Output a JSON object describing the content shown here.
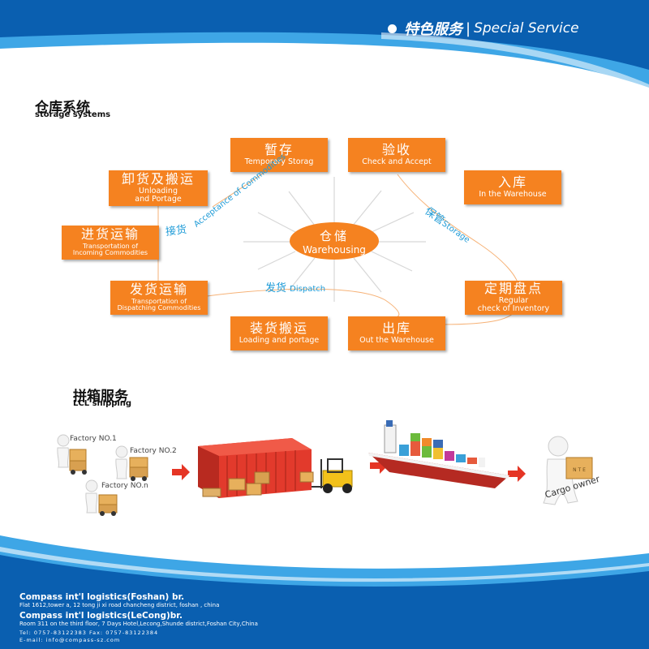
{
  "header": {
    "title_zh": "特色服务",
    "separator": "|",
    "title_en": "Special Service",
    "colors": {
      "primary": "#0a5fb0",
      "secondary": "#3ea6e6"
    }
  },
  "storage": {
    "title_zh": "仓库系统",
    "title_en": "storage systems",
    "center": {
      "zh": "仓储",
      "en": "Warehousing"
    },
    "boxes": [
      {
        "id": "temporary",
        "zh": "暂存",
        "en": "Temporary Storag"
      },
      {
        "id": "check",
        "zh": "验收",
        "en": "Check and Accept"
      },
      {
        "id": "in-warehouse",
        "zh": "入库",
        "en": "In the Warehouse"
      },
      {
        "id": "unloading",
        "zh": "卸货及搬运",
        "en": "Unloading",
        "en2": "and Portage"
      },
      {
        "id": "incoming",
        "zh": "进货运输",
        "en": "Transportation of",
        "en2": "Incoming Commodities"
      },
      {
        "id": "regular-check",
        "zh": "定期盘点",
        "en": "Regular",
        "en2": "check of Inventory"
      },
      {
        "id": "dispatching",
        "zh": "发货运输",
        "en": "Transportation of",
        "en2": "Dispatching Commodities"
      },
      {
        "id": "loading",
        "zh": "装货搬运",
        "en": "Loading and portage"
      },
      {
        "id": "out-warehouse",
        "zh": "出库",
        "en": "Out  the  Warehouse"
      }
    ],
    "flows": {
      "accept_zh": "接货",
      "accept_en": "Acceptance of Commodities",
      "storage_zh": "保管",
      "storage_en": "Storage",
      "dispatch_zh": "发货",
      "dispatch_en": "Dispatch"
    },
    "box_color": "#f58220",
    "flow_color": "#1e9bd7"
  },
  "lcl": {
    "title_zh": "拼箱服务",
    "title_en": "LCL shipping",
    "factories": [
      "Factory NO.1",
      "Factory NO.2",
      "Factory NO.n"
    ],
    "cargo_owner": "Cargo owner",
    "box_label": "N T E",
    "arrow_color": "#e53525"
  },
  "footer": {
    "office1": {
      "name": "Compass int'l logistics(Foshan) br.",
      "address": "Flat 1612,tower a, 12 tong ji xi road chancheng district, foshan , china"
    },
    "office2": {
      "name": "Compass int'l logistics(LeCong)br.",
      "address": "Room 311 on the third floor, 7 Days Hotel,Lecong,Shunde district,Foshan City,China"
    },
    "tel": "Tel: 0757-83122383 Fax: 0757-83122384",
    "email": "E-mail: info@compass-sz.com"
  }
}
